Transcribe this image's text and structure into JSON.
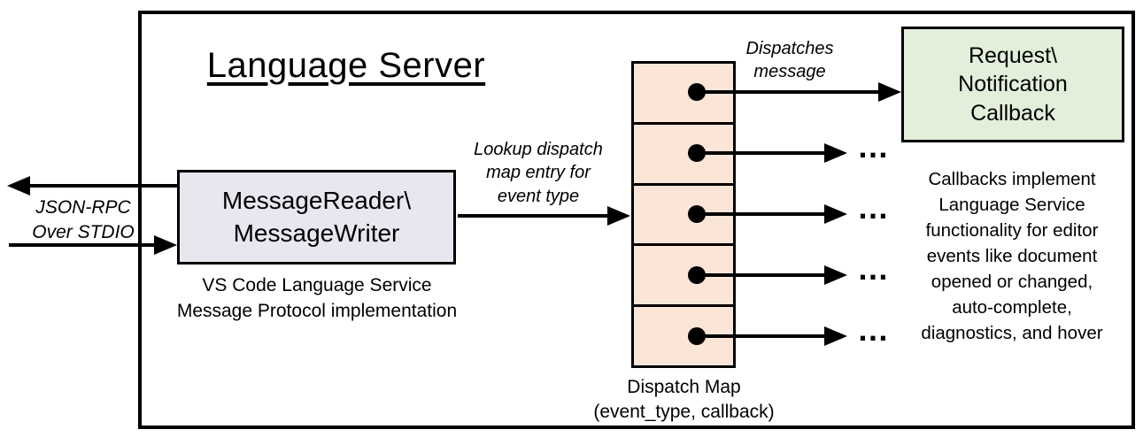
{
  "diagram": {
    "title": "Language Server",
    "message_box": {
      "line1": "MessageReader\\",
      "line2": "MessageWriter",
      "caption_line1": "VS Code Language Service",
      "caption_line2": "Message Protocol implementation"
    },
    "io_label": {
      "line1": "JSON-RPC",
      "line2": "Over STDIO"
    },
    "lookup_label": {
      "line1": "Lookup dispatch",
      "line2": "map entry for",
      "line3": "event type"
    },
    "dispatch_label": {
      "line1": "Dispatches",
      "line2": "message"
    },
    "callback_box": {
      "line1": "Request\\",
      "line2": "Notification",
      "line3": "Callback"
    },
    "callback_note": {
      "line1": "Callbacks implement",
      "line2": "Language Service",
      "line3": "functionality for editor",
      "line4": "events like document",
      "line5": "opened or changed,",
      "line6": "auto-complete,",
      "line7": "diagnostics, and hover"
    },
    "dispatch_map_caption": {
      "line1": "Dispatch Map",
      "line2": "(event_type, callback)"
    },
    "ellipsis": "…",
    "colors": {
      "message_box_fill": "#E8E7EF",
      "dispatch_cell_fill": "#FBE5D6",
      "callback_box_fill": "#E2EFDA",
      "stroke": "#000000"
    }
  }
}
